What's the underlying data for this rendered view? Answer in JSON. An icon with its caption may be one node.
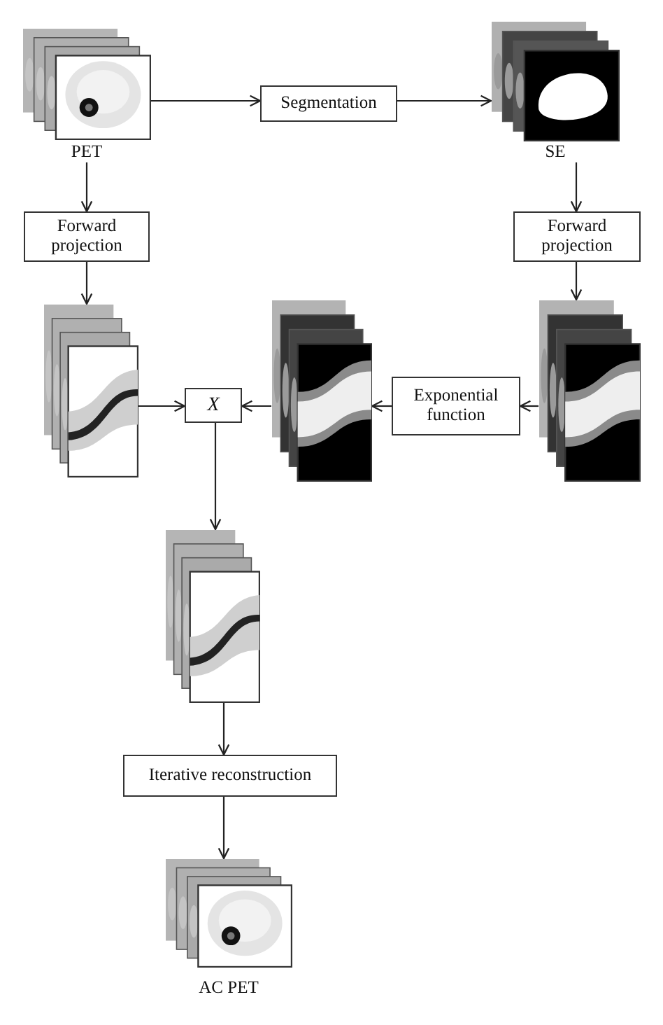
{
  "diagram": {
    "nodes": [
      {
        "text": [
          "PET"
        ]
      },
      {
        "text": [
          "Segmentation"
        ]
      },
      {
        "text": [
          "SE"
        ]
      },
      {
        "text": [
          "Forward projection"
        ]
      },
      {
        "text": [
          "Forward projection"
        ]
      },
      {
        "text": [],
        "shape": "picture"
      },
      {
        "text": [
          "X"
        ]
      },
      {
        "text": [],
        "shape": "picture"
      },
      {
        "text": [
          "Exponential function"
        ]
      },
      {
        "text": [],
        "shape": "picture"
      },
      {
        "text": [],
        "shape": "picture"
      },
      {
        "text": [
          "Iterative reconstruction"
        ]
      },
      {
        "text": [
          "AC PET"
        ]
      }
    ],
    "edges": [
      {
        "from": 0,
        "to": 1,
        "arrow": "to"
      },
      {
        "from": 1,
        "to": 2,
        "arrow": "to"
      },
      {
        "from": 0,
        "to": 3,
        "arrow": "to"
      },
      {
        "from": 2,
        "to": 4,
        "arrow": "to"
      },
      {
        "from": 3,
        "to": 5,
        "arrow": "to"
      },
      {
        "from": 4,
        "to": 9,
        "arrow": "to"
      },
      {
        "from": 9,
        "to": 8,
        "arrow": "to"
      },
      {
        "from": 8,
        "to": 7,
        "arrow": "to"
      },
      {
        "from": 7,
        "to": 6,
        "arrow": "to"
      },
      {
        "from": 5,
        "to": 6,
        "arrow": "to"
      },
      {
        "from": 6,
        "to": 10,
        "arrow": "to"
      },
      {
        "from": 10,
        "to": 11,
        "arrow": "to"
      },
      {
        "from": 11,
        "to": 12,
        "arrow": "to"
      }
    ]
  }
}
